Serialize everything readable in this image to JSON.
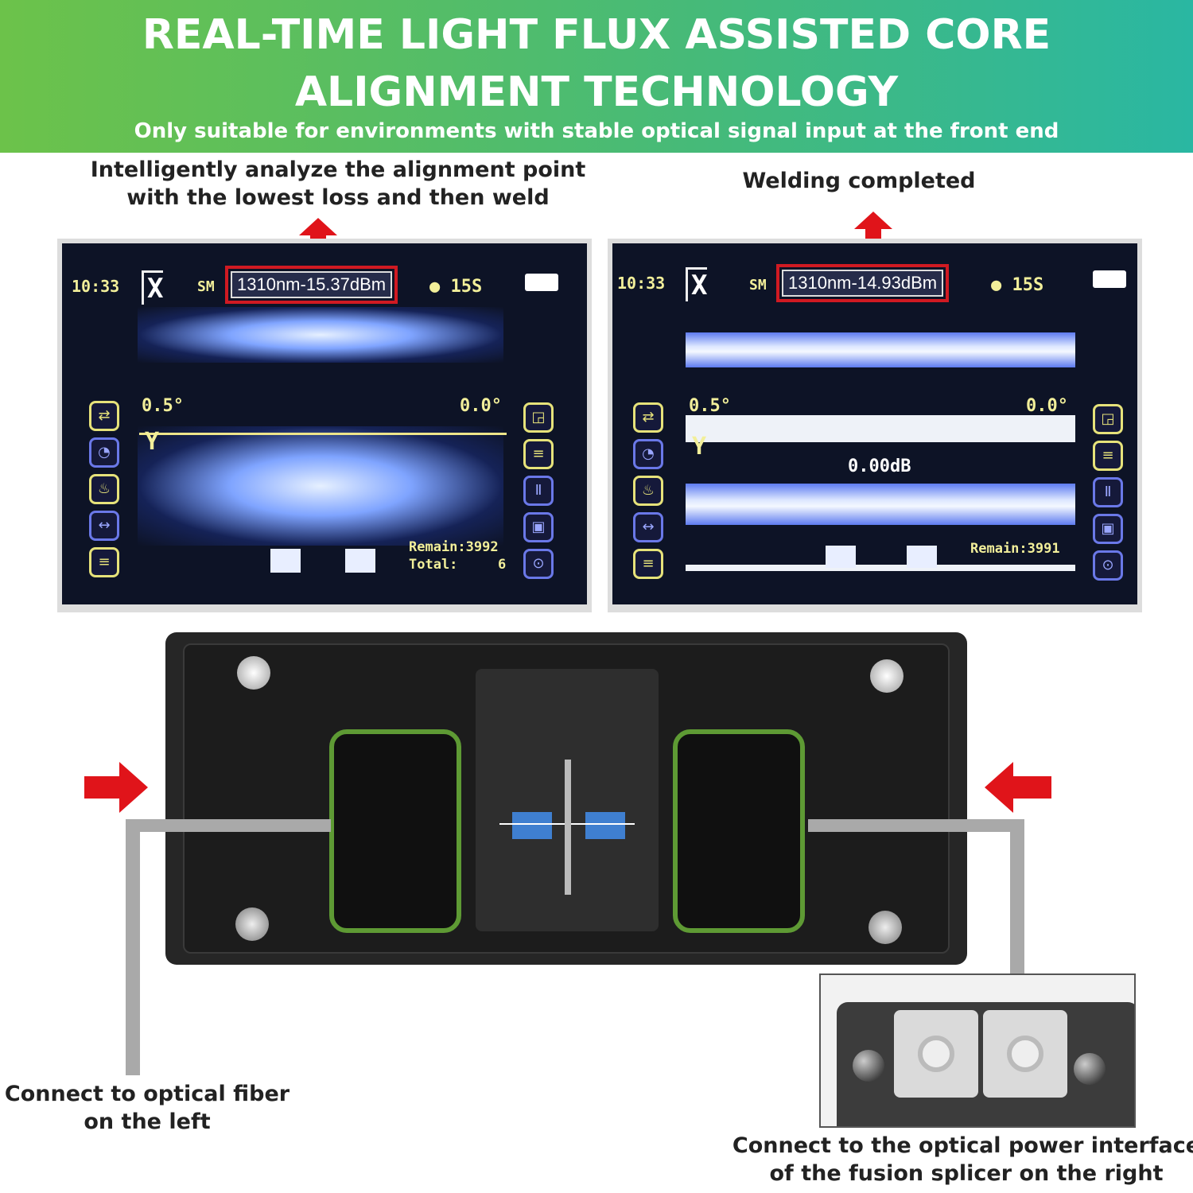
{
  "header": {
    "title_line1": "REAL-TIME LIGHT FLUX ASSISTED CORE",
    "title_line2": "ALIGNMENT TECHNOLOGY",
    "subtitle": "Only suitable for environments with stable optical signal input at the front end"
  },
  "colors": {
    "header_start": "#6cc24a",
    "header_end": "#2ab7a2",
    "highlight": "#e0141a",
    "screen_text": "#f2ef9a"
  },
  "captions": {
    "left_top_line1": "Intelligently analyze the alignment point",
    "left_top_line2": "with the lowest loss and then weld",
    "right_top": "Welding completed",
    "bottom_left_line1": "Connect to optical fiber",
    "bottom_left_line2": "on the left",
    "bottom_right_line1": "Connect to the optical power interface",
    "bottom_right_line2": "of the fusion splicer on the right"
  },
  "screens": [
    {
      "time": "10:33",
      "axis": "X",
      "mode": "SM",
      "power": "1310nm-15.37dBm",
      "timer": "15S",
      "angle_left": "0.5°",
      "angle_right": "0.0°",
      "axis2": "Y",
      "loss": "",
      "remain": "Remain:3992",
      "total": "Total:",
      "total_value": "6"
    },
    {
      "time": "10:33",
      "axis": "X",
      "mode": "SM",
      "power": "1310nm-14.93dBm",
      "timer": "15S",
      "angle_left": "0.5°",
      "angle_right": "0.0°",
      "axis2": "Y",
      "loss": "0.00dB",
      "remain": "Remain:3991",
      "total": "",
      "total_value": ""
    }
  ],
  "screen_icons_left": [
    "swap-icon",
    "clock-icon",
    "fire-icon",
    "arrows-icon",
    "menu-icon"
  ],
  "screen_icons_right": [
    "arc-icon",
    "menu-icon",
    "pause-icon",
    "save-icon",
    "focus-icon"
  ]
}
